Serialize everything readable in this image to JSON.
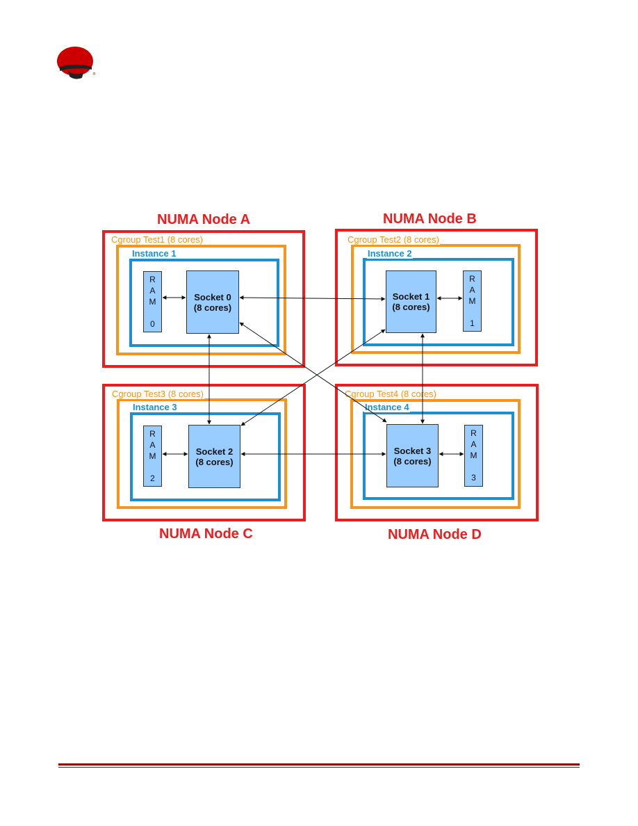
{
  "logo": {
    "name": "red-hat-logo"
  },
  "nodes": [
    {
      "title": "NUMA Node A",
      "cgroup": "Cgroup Test1 (8 cores)",
      "instance": "Instance 1",
      "socket_line1": "Socket 0",
      "socket_line2": "(8 cores)",
      "ram": [
        "R",
        "A",
        "M",
        "0"
      ]
    },
    {
      "title": "NUMA Node B",
      "cgroup": "Cgroup Test2 (8 cores)",
      "instance": "Instance 2",
      "socket_line1": "Socket 1",
      "socket_line2": "(8 cores)",
      "ram": [
        "R",
        "A",
        "M",
        "1"
      ]
    },
    {
      "title": "NUMA Node C",
      "cgroup": "Cgroup Test3 (8 cores)",
      "instance": "Instance 3",
      "socket_line1": "Socket 2",
      "socket_line2": "(8 cores)",
      "ram": [
        "R",
        "A",
        "M",
        "2"
      ]
    },
    {
      "title": "NUMA Node D",
      "cgroup": "Cgroup Test4 (8 cores)",
      "instance": "Instance 4",
      "socket_line1": "Socket 3",
      "socket_line2": "(8 cores)",
      "ram": [
        "R",
        "A",
        "M",
        "3"
      ]
    }
  ],
  "colors": {
    "node": "#ee1c1c",
    "cgroup": "#f7941d",
    "instance": "#1a8fd1",
    "socket_fill": "#99ccff",
    "footer_rule": "#8b0000"
  }
}
